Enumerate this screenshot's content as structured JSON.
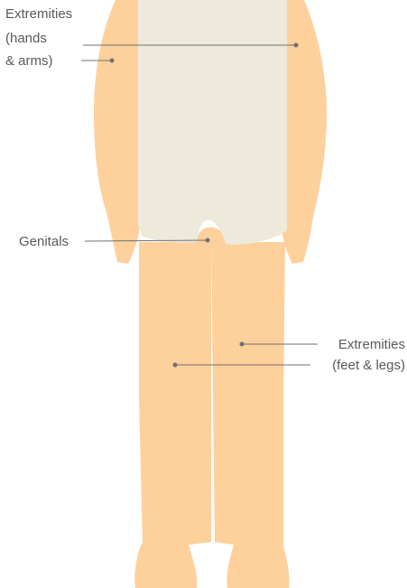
{
  "labels": {
    "arms_line1": "Extremities",
    "arms_line2": "(hands",
    "arms_line3": "& arms)",
    "genitals": "Genitals",
    "legs_line1": "Extremities",
    "legs_line2": "(feet & legs)"
  },
  "colors": {
    "skin": "#FDD09C",
    "shirt": "#EDEADB",
    "leader_line": "#707070",
    "text": "#595959",
    "background": "#FFFFFF"
  }
}
